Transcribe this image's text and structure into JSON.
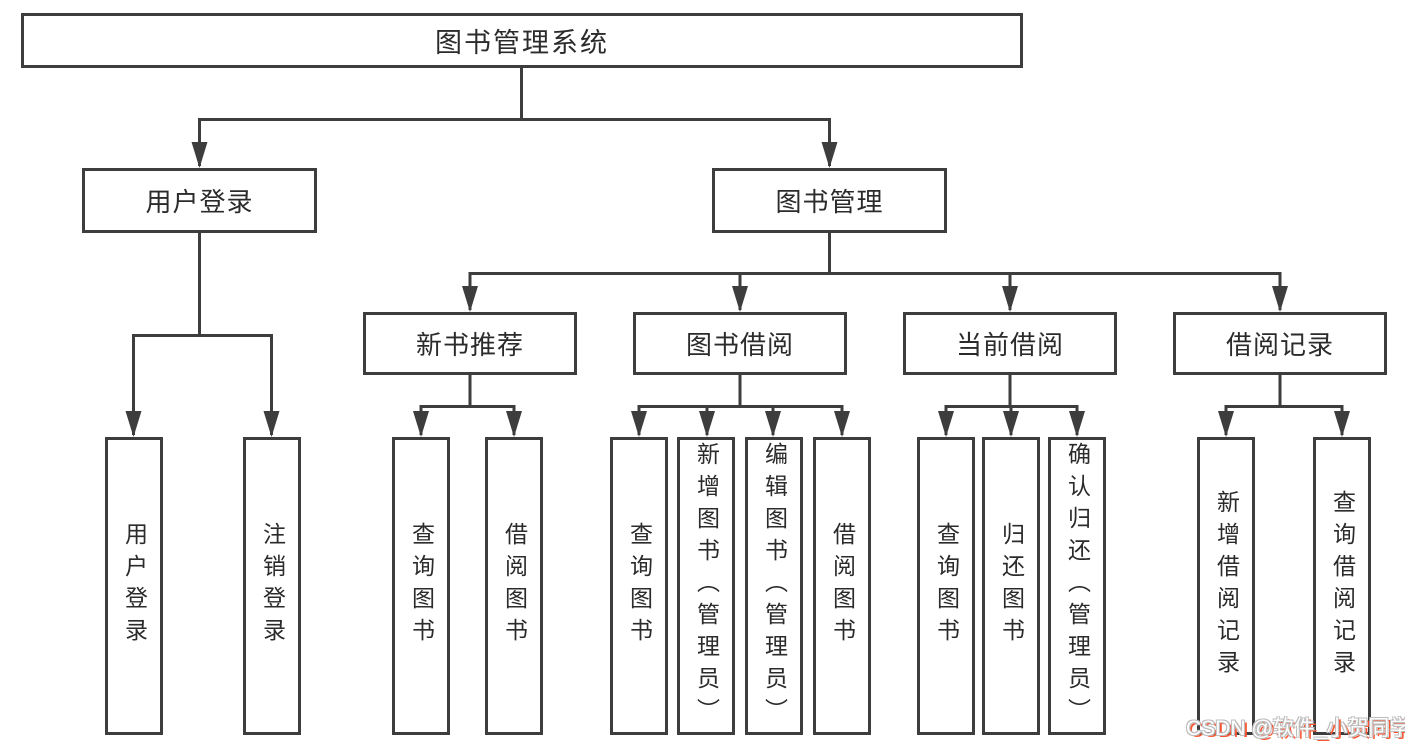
{
  "diagram": {
    "root": {
      "label": "图书管理系统",
      "children": [
        {
          "label": "用户登录",
          "children": [
            {
              "label": "用户登录"
            },
            {
              "label": "注销登录"
            }
          ]
        },
        {
          "label": "图书管理",
          "children": [
            {
              "label": "新书推荐",
              "children": [
                {
                  "label": "查询图书"
                },
                {
                  "label": "借阅图书"
                }
              ]
            },
            {
              "label": "图书借阅",
              "children": [
                {
                  "label": "查询图书"
                },
                {
                  "label": "新增图书（管理员）"
                },
                {
                  "label": "编辑图书（管理员）"
                },
                {
                  "label": "借阅图书"
                }
              ]
            },
            {
              "label": "当前借阅",
              "children": [
                {
                  "label": "查询图书"
                },
                {
                  "label": "归还图书"
                },
                {
                  "label": "确认归还（管理员）"
                }
              ]
            },
            {
              "label": "借阅记录",
              "children": [
                {
                  "label": "新增借阅记录"
                },
                {
                  "label": "查询借阅记录"
                }
              ]
            }
          ]
        }
      ]
    }
  },
  "watermark": {
    "text": "CSDN @软件_小贺同学",
    "accent_color": "#fc5531"
  },
  "colors": {
    "line": "#3d3d3d",
    "text": "#2b2b2b",
    "background": "#ffffff"
  }
}
